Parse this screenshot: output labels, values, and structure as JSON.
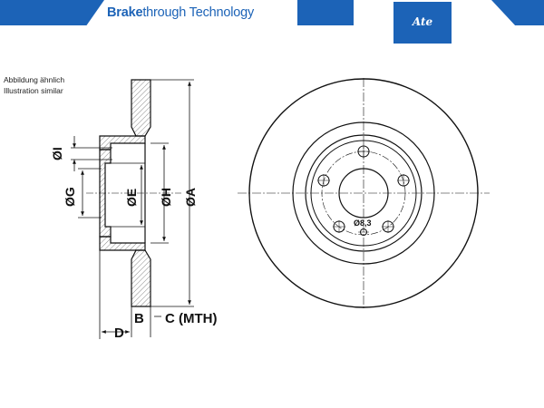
{
  "header": {
    "brand_bold": "Brake",
    "brand_rest": "through Technology",
    "logo_text": "Ate"
  },
  "notes": {
    "german": "Abbildung ähnlich",
    "english": "Illustration similar"
  },
  "labels": {
    "dia_i": "ØI",
    "dia_g": "ØG",
    "dia_e": "ØE",
    "dia_h": "ØH",
    "dia_a": "ØA",
    "b": "B",
    "c": "C (MTH)",
    "d": "D",
    "hole": "Ø8,3"
  },
  "colors": {
    "brand": "#1c63b7",
    "line": "#111111"
  }
}
